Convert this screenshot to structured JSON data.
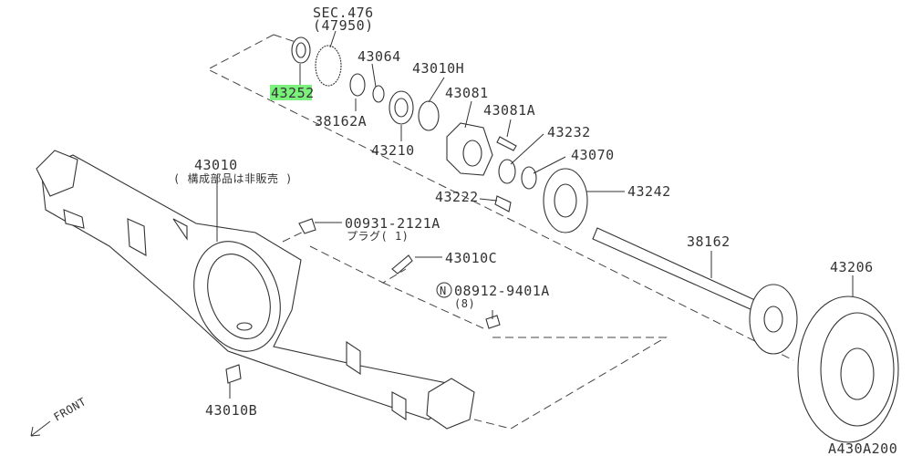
{
  "diagram": {
    "sheet_code": "A430A200",
    "front_label": "FRONT",
    "highlight_color": "#7cf07c",
    "parts": {
      "sec476": "SEC.476",
      "sec476_ref": "(47950)",
      "p43252": "43252",
      "p43064": "43064",
      "p43010H": "43010H",
      "p38162A": "38162A",
      "p43081": "43081",
      "p43081A": "43081A",
      "p43210": "43210",
      "p43232": "43232",
      "p43070": "43070",
      "p43010": "43010",
      "p43010_note": "( 構成部品は非販売 )",
      "p00931": "00931-2121A",
      "p00931_note": "プラグ( 1)",
      "p43010C": "43010C",
      "p43222": "43222",
      "p43242": "43242",
      "p38162": "38162",
      "p43206": "43206",
      "n_mark": "N",
      "p08912": "08912-9401A",
      "p08912_qty": "(8)",
      "p43010B": "43010B"
    }
  }
}
